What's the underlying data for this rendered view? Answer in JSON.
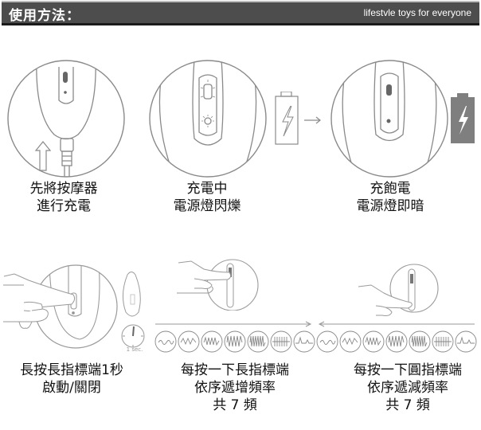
{
  "header": {
    "title": "使用方法：",
    "tagline": "lifestvle toys for everyone"
  },
  "steps_top": [
    {
      "line1": "先將按摩器",
      "line2": "進行充電"
    },
    {
      "line1": "充電中",
      "line2": "電源燈閃爍"
    },
    {
      "line1": "充飽電",
      "line2": "電源燈即暗"
    }
  ],
  "steps_bottom": [
    {
      "line1": "長按長指標端1秒",
      "line2": "啟動/關閉"
    },
    {
      "line1": "每按一下長指標端",
      "line2": "依序遞增頻率",
      "line3": "共 7 頻"
    },
    {
      "line1": "每按一下圓指標端",
      "line2": "依序遞減頻率",
      "line3": "共 7 頻"
    }
  ],
  "timer_label": "1 sec.",
  "colors": {
    "header_bg": "#4d4d4d",
    "line": "#8a8a8a",
    "battery_full": "#7f7f7f"
  }
}
